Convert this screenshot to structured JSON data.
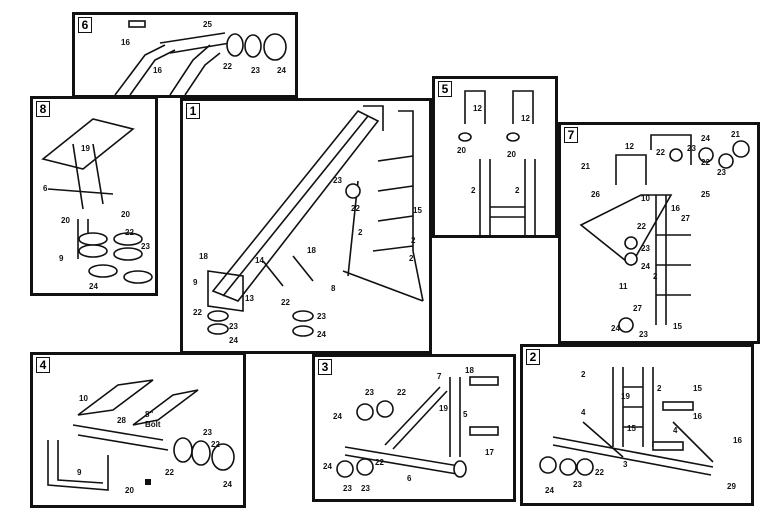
{
  "panels": [
    {
      "id": "p6",
      "number": "6",
      "labels": [
        "16",
        "25",
        "16",
        "22",
        "23",
        "24"
      ]
    },
    {
      "id": "p8",
      "number": "8",
      "labels": [
        "19",
        "6",
        "20",
        "20",
        "22",
        "23",
        "9",
        "24"
      ]
    },
    {
      "id": "p1",
      "number": "1",
      "labels": [
        "23",
        "22",
        "15",
        "2",
        "2",
        "18",
        "9",
        "14",
        "13",
        "18",
        "22",
        "23",
        "24",
        "22",
        "23",
        "24",
        "8",
        "2"
      ]
    },
    {
      "id": "p5",
      "number": "5",
      "labels": [
        "12",
        "12",
        "20",
        "20",
        "2",
        "2"
      ]
    },
    {
      "id": "p7",
      "number": "7",
      "labels": [
        "12",
        "21",
        "26",
        "10",
        "22",
        "23",
        "24",
        "21",
        "22",
        "23",
        "25",
        "27",
        "16",
        "22",
        "23",
        "24",
        "2",
        "11",
        "27",
        "24",
        "23",
        "15"
      ]
    },
    {
      "id": "p4",
      "number": "4",
      "labels": [
        "10",
        "28",
        "8\"",
        "Bolt",
        "23",
        "22",
        "9",
        "22",
        "24",
        "20"
      ]
    },
    {
      "id": "p3",
      "number": "3",
      "labels": [
        "23",
        "22",
        "7",
        "18",
        "24",
        "19",
        "5",
        "17",
        "24",
        "22",
        "23",
        "6",
        "23"
      ]
    },
    {
      "id": "p2",
      "number": "2",
      "labels": [
        "2",
        "2",
        "4",
        "15",
        "19",
        "4",
        "16",
        "16",
        "15",
        "3",
        "22",
        "24",
        "23",
        "29"
      ]
    }
  ]
}
